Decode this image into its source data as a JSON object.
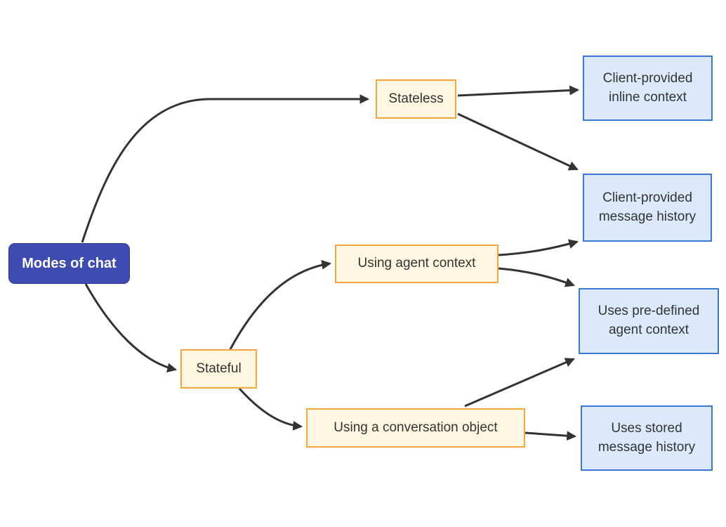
{
  "diagram": {
    "type": "flowchart",
    "direction": "left-to-right",
    "nodes": {
      "root": {
        "label": "Modes of chat",
        "kind": "root"
      },
      "stateless": {
        "label": "Stateless",
        "kind": "branch"
      },
      "stateful": {
        "label": "Stateful",
        "kind": "branch"
      },
      "using_agent_context": {
        "label": "Using agent context",
        "kind": "branch"
      },
      "using_conversation_object": {
        "label": "Using a conversation object",
        "kind": "branch"
      },
      "client_inline_context": {
        "label": "Client-provided inline context",
        "kind": "leaf"
      },
      "client_message_history": {
        "label": "Client-provided message history",
        "kind": "leaf"
      },
      "predefined_agent_context": {
        "label": "Uses pre-defined agent context",
        "kind": "leaf"
      },
      "stored_message_history": {
        "label": "Uses stored message history",
        "kind": "leaf"
      }
    },
    "edges": [
      {
        "from": "Modes of chat",
        "to": "Stateless"
      },
      {
        "from": "Modes of chat",
        "to": "Stateful"
      },
      {
        "from": "Stateless",
        "to": "Client-provided inline context"
      },
      {
        "from": "Stateless",
        "to": "Client-provided message history"
      },
      {
        "from": "Stateful",
        "to": "Using agent context"
      },
      {
        "from": "Stateful",
        "to": "Using a conversation object"
      },
      {
        "from": "Using agent context",
        "to": "Client-provided message history"
      },
      {
        "from": "Using agent context",
        "to": "Uses pre-defined agent context"
      },
      {
        "from": "Using a conversation object",
        "to": "Uses pre-defined agent context"
      },
      {
        "from": "Using a conversation object",
        "to": "Uses stored message history"
      }
    ],
    "colors": {
      "root_fill": "#3E4CB2",
      "root_border": "#2D3A99",
      "root_text": "#FFFFFF",
      "branch_fill": "#FDF6E0",
      "branch_border": "#F5A63C",
      "leaf_fill": "#DBE9FA",
      "leaf_border": "#3779D4",
      "node_text": "#333333",
      "edge_color": "#333333"
    }
  }
}
